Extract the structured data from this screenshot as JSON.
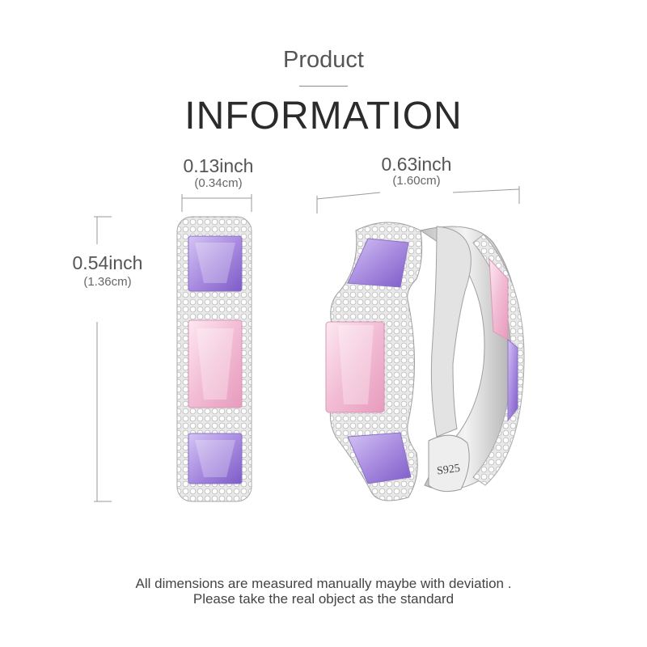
{
  "header": {
    "subtitle": "Product",
    "title": "INFORMATION"
  },
  "dimensions": {
    "thickness": {
      "inch": "0.13inch",
      "cm": "(0.34cm)"
    },
    "diameter": {
      "inch": "0.63inch",
      "cm": "(1.60cm)"
    },
    "height": {
      "inch": "0.54inch",
      "cm": "(1.36cm)"
    }
  },
  "product": {
    "stamp": "S925"
  },
  "colors": {
    "purple_stone": "#b7a0e6",
    "pink_stone": "#f4c9dc",
    "silver": "#d6d6d6"
  },
  "footer": {
    "line1": "All dimensions are measured manually maybe with deviation .",
    "line2": "Please take the real object as the standard"
  }
}
